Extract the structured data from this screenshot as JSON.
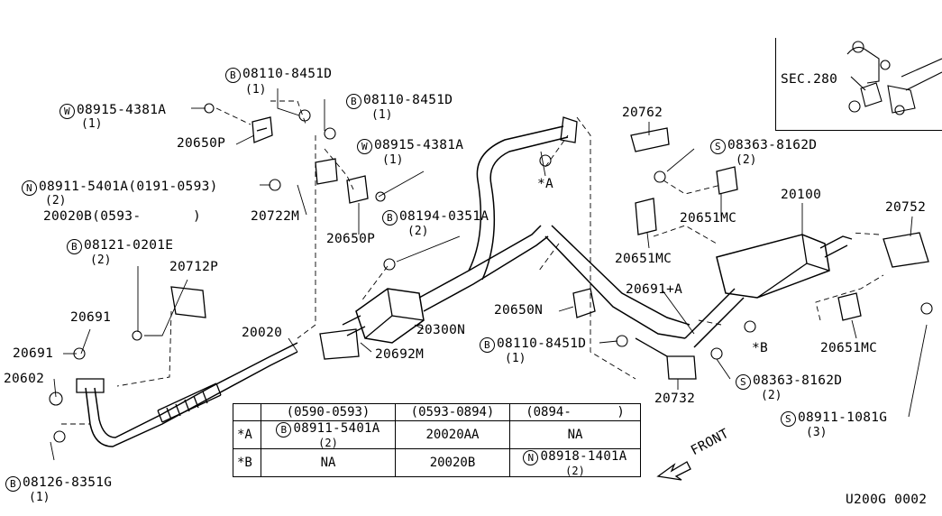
{
  "inset": {
    "label": "SEC.280"
  },
  "callouts": [
    {
      "prefix": "B",
      "part": "08110-8451D",
      "qty": "(1)"
    },
    {
      "prefix": "W",
      "part": "08915-4381A",
      "qty": "(1)"
    },
    {
      "prefix": "B",
      "part": "08110-8451D",
      "qty": "(1)"
    },
    {
      "prefix": "W",
      "part": "08915-4381A",
      "qty": "(1)"
    },
    {
      "prefix": "N",
      "part": "08911-5401A",
      "note": "(0191-0593)",
      "qty": "(2)"
    },
    {
      "prefix": "B",
      "part": "08194-0351A",
      "qty": "(2)"
    },
    {
      "prefix": "B",
      "part": "08121-0201E",
      "qty": "(2)"
    },
    {
      "prefix": "S",
      "part": "08363-8162D",
      "qty": "(2)"
    },
    {
      "prefix": "B",
      "part": "08110-8451D",
      "qty": "(1)"
    },
    {
      "prefix": "S",
      "part": "08363-8162D",
      "qty": "(2)"
    },
    {
      "prefix": "S",
      "part": "08911-1081G",
      "qty": "(3)"
    },
    {
      "prefix": "B",
      "part": "08126-8351G",
      "qty": "(1)"
    }
  ],
  "part_labels": [
    "20650P",
    "20020B(0593-",
    ")",
    "20722M",
    "20650P",
    "20712P",
    "20691",
    "20691",
    "20602",
    "20020",
    "20300N",
    "20692M",
    "20762",
    "20100",
    "20752",
    "20651MC",
    "20651MC",
    "20691+A",
    "20650N",
    "20651MC",
    "20732",
    "*A",
    "*B"
  ],
  "table": {
    "headers": [
      "(0590-0593)",
      "(0593-0894)",
      "(0894-",
      ")"
    ],
    "rows": [
      {
        "key": "*A",
        "c1": {
          "prefix": "B",
          "part": "08911-5401A",
          "qty": "(2)"
        },
        "c2": "20020AA",
        "c3": "NA"
      },
      {
        "key": "*B",
        "c1": "NA",
        "c2": "20020B",
        "c3": {
          "prefix": "N",
          "part": "08918-1401A",
          "qty": "(2)"
        }
      }
    ]
  },
  "front_label": "FRONT",
  "drawing_code": "U200G 0002"
}
